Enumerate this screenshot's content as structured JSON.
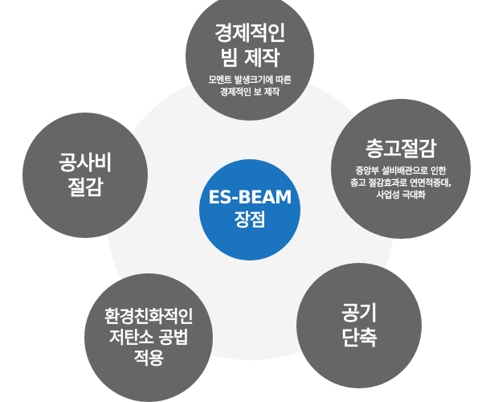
{
  "center": {
    "line1": "ES-BEAM",
    "line2": "장점",
    "color": "#1a74c0"
  },
  "nodes": [
    {
      "title1": "경제적인",
      "title2": "빔 제작",
      "sub1": "모멘트 발생크기에 따른",
      "sub2": "경제적인 보 제작"
    },
    {
      "title1": "층고절감",
      "sub1": "중앙부 설비배관으로 인한",
      "sub2": "층고 절감효과로 연면적증대,",
      "sub3": "사업성 극대화"
    },
    {
      "title1": "공기",
      "title2": "단축"
    },
    {
      "title1": "환경친화적인",
      "title2": "저탄소 공법",
      "title3": "적용"
    },
    {
      "title1": "공사비",
      "title2": "절감"
    }
  ]
}
